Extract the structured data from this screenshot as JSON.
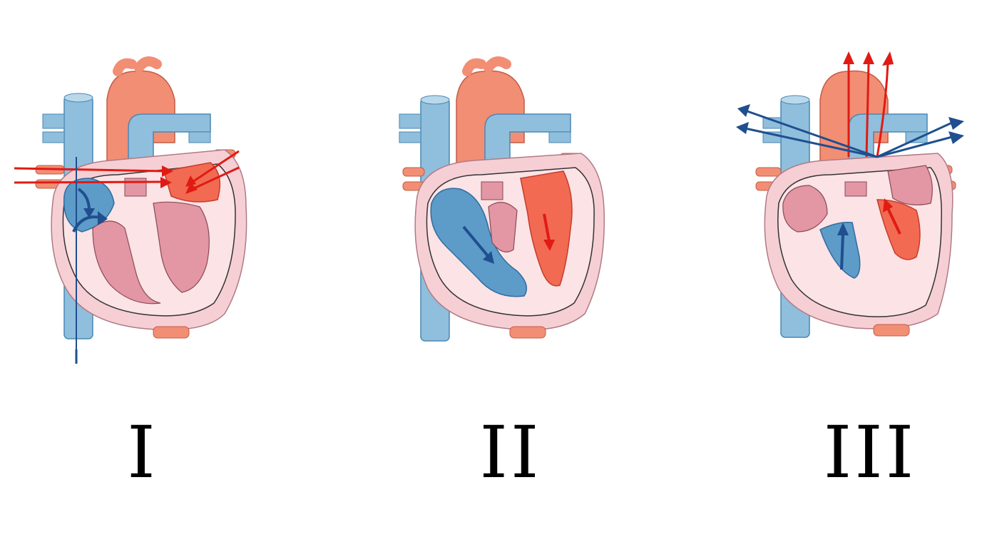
{
  "panels": [
    {
      "label": "I"
    },
    {
      "label": "II"
    },
    {
      "label": "III"
    }
  ],
  "colors": {
    "venous_blue": "#8fbfdc",
    "venous_dark": "#2f6d9f",
    "arterial_red": "#f28e74",
    "oxygenated_red": "#e8322a",
    "myocardium_pink": "#f6cfd5",
    "ventricle_pink": "#e396a3",
    "flow_arrow_blue": "#1f4f8f",
    "flow_arrow_red": "#e01b14",
    "outline": "#1a1a1a"
  },
  "icons": [
    "heart-diagram",
    "blood-flow-arrow"
  ]
}
